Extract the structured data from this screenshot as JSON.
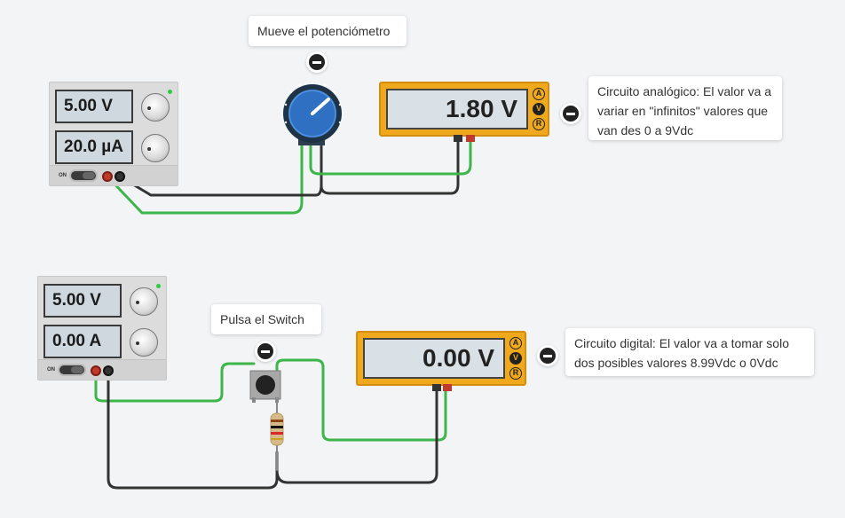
{
  "circuits": {
    "analog": {
      "psu": {
        "voltage": "5.00 V",
        "current": "20.0 µA",
        "on_label": "ON"
      },
      "meter": {
        "reading": "1.80 V",
        "modes": [
          "A",
          "V",
          "R"
        ],
        "active_mode": "V"
      },
      "pot_tip": "Mueve el potenciómetro",
      "note": "Circuito analógico: El valor va a variar en \"infinitos\" valores que van des 0 a 9Vdc"
    },
    "digital": {
      "psu": {
        "voltage": "5.00 V",
        "current": "0.00 A",
        "on_label": "ON"
      },
      "meter": {
        "reading": "0.00 V",
        "modes": [
          "A",
          "V",
          "R"
        ],
        "active_mode": "V"
      },
      "switch_tip": "Pulsa el Switch",
      "note": "Circuito digital: El valor va a tomar solo dos posibles valores 8.99Vdc o 0Vdc"
    }
  },
  "colors": {
    "wire_green": "#3cb54a",
    "wire_black": "#333333",
    "meter_orange": "#f0a81c",
    "background": "#f3f4f6"
  }
}
